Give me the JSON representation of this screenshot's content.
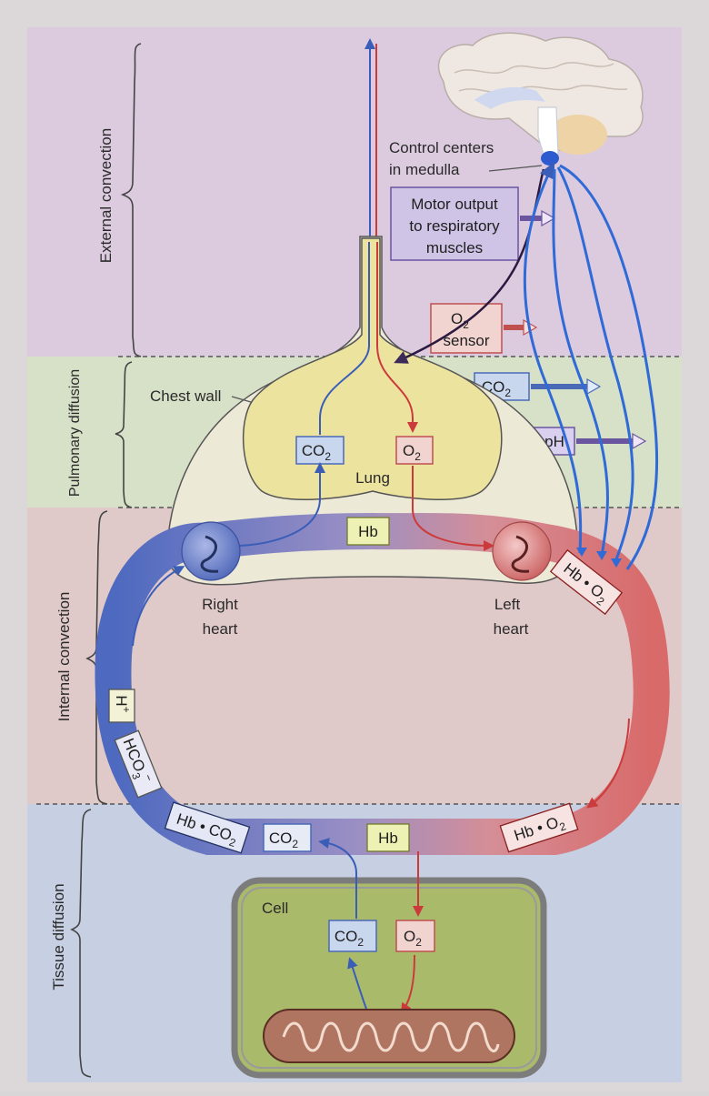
{
  "regions": {
    "external": "External convection",
    "pulmonary": "Pulmonary diffusion",
    "internal": "Internal convection",
    "tissue": "Tissue diffusion"
  },
  "labels": {
    "control_centers_1": "Control centers",
    "control_centers_2": "in medulla",
    "motor_1": "Motor output",
    "motor_2": "to respiratory",
    "motor_3": "muscles",
    "o2_sensor_1": "O",
    "o2_sensor_sub": "2",
    "o2_sensor_2": "sensor",
    "chest_wall": "Chest wall",
    "lung": "Lung",
    "right_heart_1": "Right",
    "right_heart_2": "heart",
    "left_heart_1": "Left",
    "left_heart_2": "heart",
    "cell": "Cell",
    "ph": "pH",
    "hb": "Hb",
    "hplus": "H",
    "hplus_sup": "+",
    "hco3": "HCO",
    "hco3_sub": "3",
    "hco3_sup": "−",
    "co2": "CO",
    "o2": "O",
    "sub2": "2",
    "hb_dot": "Hb • ",
    "co2_end": "CO",
    "o2_end": "O"
  },
  "colors": {
    "venous": "#3a5db8",
    "arterial": "#cc3b3b",
    "lung_fill": "#e8e29a",
    "external_bg": "#dcc9de",
    "pulmonary_bg": "#d9e2c6",
    "internal_bg": "#e2c8c8",
    "tissue_bg": "#c9cfe0",
    "cell_fill": "#a8b86a"
  }
}
